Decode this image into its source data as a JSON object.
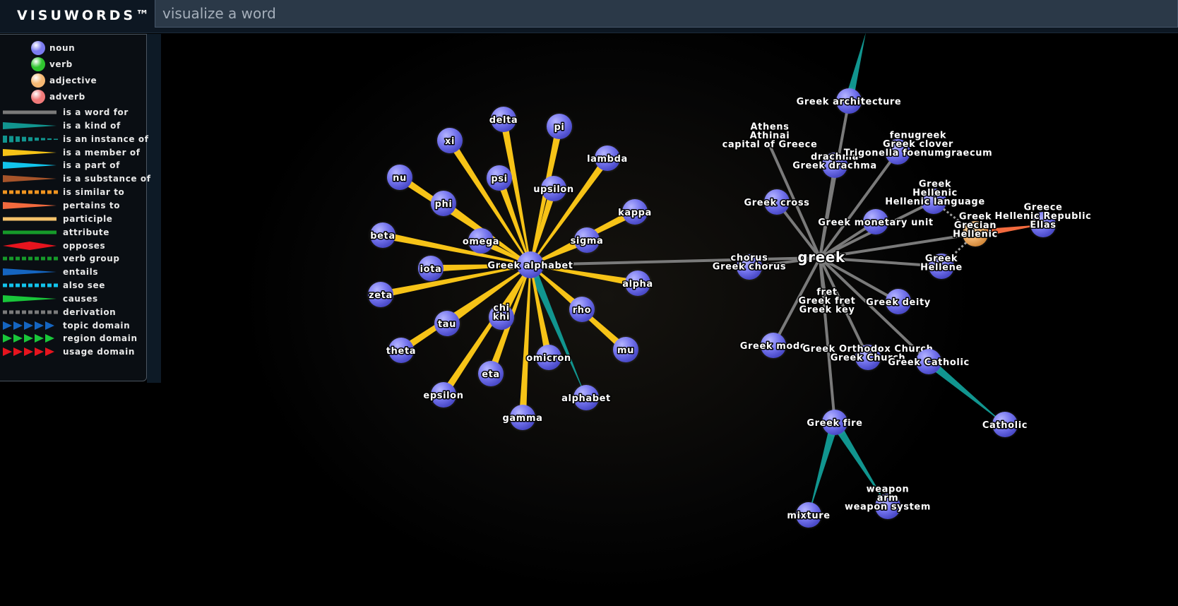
{
  "header": {
    "logo": "VISUWORDS™",
    "search_placeholder": "visualize a word"
  },
  "legend": {
    "parts_of_speech": [
      {
        "label": "noun",
        "color": "#7b7bf0"
      },
      {
        "label": "verb",
        "color": "#2fc52f"
      },
      {
        "label": "adjective",
        "color": "#f5b873"
      },
      {
        "label": "adverb",
        "color": "#f07a7a"
      }
    ],
    "relations": [
      {
        "label": "is a word for",
        "color": "#7a7a7a",
        "style": "line"
      },
      {
        "label": "is a kind of",
        "color": "#11958f",
        "style": "taper"
      },
      {
        "label": "is an instance of",
        "color": "#11958f",
        "style": "dashed-taper"
      },
      {
        "label": "is a member of",
        "color": "#f6c317",
        "style": "taper"
      },
      {
        "label": "is a part of",
        "color": "#12c4ec",
        "style": "taper"
      },
      {
        "label": "is a substance of",
        "color": "#a6542a",
        "style": "taper"
      },
      {
        "label": "is similar to",
        "color": "#f09520",
        "style": "dashed"
      },
      {
        "label": "pertains to",
        "color": "#f26a3e",
        "style": "taper"
      },
      {
        "label": "participle",
        "color": "#f5c26b",
        "style": "line"
      },
      {
        "label": "attribute",
        "color": "#169a2a",
        "style": "line"
      },
      {
        "label": "opposes",
        "color": "#e6141e",
        "style": "diamond"
      },
      {
        "label": "verb group",
        "color": "#169a2a",
        "style": "dashed"
      },
      {
        "label": "entails",
        "color": "#1565c0",
        "style": "taper"
      },
      {
        "label": "also see",
        "color": "#12c4ec",
        "style": "dashed"
      },
      {
        "label": "causes",
        "color": "#19c63a",
        "style": "taper"
      },
      {
        "label": "derivation",
        "color": "#7a7a7a",
        "style": "dashed"
      },
      {
        "label": "topic domain",
        "color": "#1565c0",
        "style": "arrows"
      },
      {
        "label": "region domain",
        "color": "#19c63a",
        "style": "arrows"
      },
      {
        "label": "usage domain",
        "color": "#e6141e",
        "style": "arrows"
      }
    ]
  },
  "graph": {
    "colors": {
      "noun": "#7b7bf0",
      "adjective": "#f5b873",
      "word_for": "#7a7a7a",
      "member_of": "#f6c317",
      "kind_of": "#11958f",
      "pertains": "#f26a3e",
      "derivation": "#9a9a9a"
    },
    "nodes": [
      {
        "id": "greek",
        "lines": [
          "greek"
        ],
        "type": "word"
      },
      {
        "id": "greek_alphabet",
        "lines": [
          "Greek alphabet"
        ],
        "type": "noun"
      },
      {
        "id": "delta",
        "lines": [
          "delta"
        ],
        "type": "noun"
      },
      {
        "id": "pi",
        "lines": [
          "pi"
        ],
        "type": "noun"
      },
      {
        "id": "xi",
        "lines": [
          "xi"
        ],
        "type": "noun"
      },
      {
        "id": "lambda",
        "lines": [
          "lambda"
        ],
        "type": "noun"
      },
      {
        "id": "nu",
        "lines": [
          "nu"
        ],
        "type": "noun"
      },
      {
        "id": "psi",
        "lines": [
          "psi"
        ],
        "type": "noun"
      },
      {
        "id": "upsilon",
        "lines": [
          "upsilon"
        ],
        "type": "noun"
      },
      {
        "id": "phi",
        "lines": [
          "phi"
        ],
        "type": "noun"
      },
      {
        "id": "kappa",
        "lines": [
          "kappa"
        ],
        "type": "noun"
      },
      {
        "id": "beta",
        "lines": [
          "beta"
        ],
        "type": "noun"
      },
      {
        "id": "omega",
        "lines": [
          "omega"
        ],
        "type": "noun"
      },
      {
        "id": "sigma",
        "lines": [
          "sigma"
        ],
        "type": "noun"
      },
      {
        "id": "iota",
        "lines": [
          "iota"
        ],
        "type": "noun"
      },
      {
        "id": "alpha",
        "lines": [
          "alpha"
        ],
        "type": "noun"
      },
      {
        "id": "zeta",
        "lines": [
          "zeta"
        ],
        "type": "noun"
      },
      {
        "id": "rho",
        "lines": [
          "rho"
        ],
        "type": "noun"
      },
      {
        "id": "chi",
        "lines": [
          "chi",
          "khi"
        ],
        "type": "noun"
      },
      {
        "id": "tau",
        "lines": [
          "tau"
        ],
        "type": "noun"
      },
      {
        "id": "theta",
        "lines": [
          "theta"
        ],
        "type": "noun"
      },
      {
        "id": "mu",
        "lines": [
          "mu"
        ],
        "type": "noun"
      },
      {
        "id": "omicron",
        "lines": [
          "omicron"
        ],
        "type": "noun"
      },
      {
        "id": "eta",
        "lines": [
          "eta"
        ],
        "type": "noun"
      },
      {
        "id": "epsilon",
        "lines": [
          "epsilon"
        ],
        "type": "noun"
      },
      {
        "id": "alphabet",
        "lines": [
          "alphabet"
        ],
        "type": "noun"
      },
      {
        "id": "gamma",
        "lines": [
          "gamma"
        ],
        "type": "noun"
      },
      {
        "id": "greek_architecture",
        "lines": [
          "Greek architecture"
        ],
        "type": "noun"
      },
      {
        "id": "athens",
        "lines": [
          "Athens",
          "Athinai",
          "capital of Greece"
        ],
        "type": "noun"
      },
      {
        "id": "drachma",
        "lines": [
          "drachma",
          "Greek drachma"
        ],
        "type": "noun"
      },
      {
        "id": "fenugreek",
        "lines": [
          "fenugreek",
          "Greek clover",
          "Trigonella foenumgraecum"
        ],
        "type": "noun"
      },
      {
        "id": "greek_cross",
        "lines": [
          "Greek cross"
        ],
        "type": "noun"
      },
      {
        "id": "greek_monetary_unit",
        "lines": [
          "Greek monetary unit"
        ],
        "type": "noun"
      },
      {
        "id": "hellenic_language",
        "lines": [
          "Greek",
          "Hellenic",
          "Hellenic language"
        ],
        "type": "noun"
      },
      {
        "id": "grecian",
        "lines": [
          "Greek",
          "Grecian",
          "Hellenic"
        ],
        "type": "adjective"
      },
      {
        "id": "greece",
        "lines": [
          "Greece",
          "Hellenic Republic",
          "Ellas"
        ],
        "type": "noun"
      },
      {
        "id": "chorus",
        "lines": [
          "chorus",
          "Greek chorus"
        ],
        "type": "noun"
      },
      {
        "id": "hellene",
        "lines": [
          "Greek",
          "Hellene"
        ],
        "type": "noun"
      },
      {
        "id": "greek_deity",
        "lines": [
          "Greek deity"
        ],
        "type": "noun"
      },
      {
        "id": "fret",
        "lines": [
          "fret",
          "Greek fret",
          "Greek key"
        ],
        "type": "noun"
      },
      {
        "id": "greek_mode",
        "lines": [
          "Greek mode"
        ],
        "type": "noun"
      },
      {
        "id": "orthodox",
        "lines": [
          "Greek Orthodox Church",
          "Greek Church"
        ],
        "type": "noun"
      },
      {
        "id": "greek_catholic",
        "lines": [
          "Greek Catholic"
        ],
        "type": "noun"
      },
      {
        "id": "catholic",
        "lines": [
          "Catholic"
        ],
        "type": "noun"
      },
      {
        "id": "greek_fire",
        "lines": [
          "Greek fire"
        ],
        "type": "noun"
      },
      {
        "id": "mixture",
        "lines": [
          "mixture"
        ],
        "type": "noun"
      },
      {
        "id": "weapon",
        "lines": [
          "weapon",
          "arm",
          "weapon system"
        ],
        "type": "noun"
      }
    ],
    "edges": [
      {
        "from": "greek",
        "to": "greek_alphabet",
        "kind": "word_for"
      },
      {
        "from": "greek",
        "to": "greek_architecture",
        "kind": "word_for"
      },
      {
        "from": "greek",
        "to": "athens",
        "kind": "word_for"
      },
      {
        "from": "greek",
        "to": "drachma",
        "kind": "word_for"
      },
      {
        "from": "greek",
        "to": "fenugreek",
        "kind": "word_for"
      },
      {
        "from": "greek",
        "to": "greek_cross",
        "kind": "word_for"
      },
      {
        "from": "greek",
        "to": "greek_monetary_unit",
        "kind": "word_for"
      },
      {
        "from": "greek",
        "to": "hellenic_language",
        "kind": "word_for"
      },
      {
        "from": "greek",
        "to": "grecian",
        "kind": "word_for"
      },
      {
        "from": "greek",
        "to": "chorus",
        "kind": "word_for"
      },
      {
        "from": "greek",
        "to": "hellene",
        "kind": "word_for"
      },
      {
        "from": "greek",
        "to": "greek_deity",
        "kind": "word_for"
      },
      {
        "from": "greek",
        "to": "fret",
        "kind": "word_for"
      },
      {
        "from": "greek",
        "to": "greek_mode",
        "kind": "word_for"
      },
      {
        "from": "greek",
        "to": "orthodox",
        "kind": "word_for"
      },
      {
        "from": "greek",
        "to": "greek_catholic",
        "kind": "word_for"
      },
      {
        "from": "greek",
        "to": "greek_fire",
        "kind": "word_for"
      },
      {
        "from": "greek_alphabet",
        "to": "alphabet",
        "kind": "kind_of"
      },
      {
        "from": "greek_architecture",
        "to": "offscreen_top",
        "kind": "kind_of"
      },
      {
        "from": "greek_catholic",
        "to": "catholic",
        "kind": "kind_of"
      },
      {
        "from": "greek_fire",
        "to": "mixture",
        "kind": "kind_of"
      },
      {
        "from": "greek_fire",
        "to": "weapon",
        "kind": "kind_of"
      },
      {
        "from": "grecian",
        "to": "greece",
        "kind": "pertains"
      },
      {
        "from": "grecian",
        "to": "hellenic_language",
        "kind": "derivation"
      },
      {
        "from": "grecian",
        "to": "hellene",
        "kind": "derivation"
      },
      {
        "from": "delta",
        "to": "greek_alphabet",
        "kind": "member_of"
      },
      {
        "from": "pi",
        "to": "greek_alphabet",
        "kind": "member_of"
      },
      {
        "from": "xi",
        "to": "greek_alphabet",
        "kind": "member_of"
      },
      {
        "from": "lambda",
        "to": "greek_alphabet",
        "kind": "member_of"
      },
      {
        "from": "nu",
        "to": "greek_alphabet",
        "kind": "member_of"
      },
      {
        "from": "psi",
        "to": "greek_alphabet",
        "kind": "member_of"
      },
      {
        "from": "upsilon",
        "to": "greek_alphabet",
        "kind": "member_of"
      },
      {
        "from": "phi",
        "to": "greek_alphabet",
        "kind": "member_of"
      },
      {
        "from": "kappa",
        "to": "greek_alphabet",
        "kind": "member_of"
      },
      {
        "from": "beta",
        "to": "greek_alphabet",
        "kind": "member_of"
      },
      {
        "from": "omega",
        "to": "greek_alphabet",
        "kind": "member_of"
      },
      {
        "from": "sigma",
        "to": "greek_alphabet",
        "kind": "member_of"
      },
      {
        "from": "iota",
        "to": "greek_alphabet",
        "kind": "member_of"
      },
      {
        "from": "alpha",
        "to": "greek_alphabet",
        "kind": "member_of"
      },
      {
        "from": "zeta",
        "to": "greek_alphabet",
        "kind": "member_of"
      },
      {
        "from": "rho",
        "to": "greek_alphabet",
        "kind": "member_of"
      },
      {
        "from": "chi",
        "to": "greek_alphabet",
        "kind": "member_of"
      },
      {
        "from": "tau",
        "to": "greek_alphabet",
        "kind": "member_of"
      },
      {
        "from": "theta",
        "to": "greek_alphabet",
        "kind": "member_of"
      },
      {
        "from": "mu",
        "to": "greek_alphabet",
        "kind": "member_of"
      },
      {
        "from": "omicron",
        "to": "greek_alphabet",
        "kind": "member_of"
      },
      {
        "from": "eta",
        "to": "greek_alphabet",
        "kind": "member_of"
      },
      {
        "from": "epsilon",
        "to": "greek_alphabet",
        "kind": "member_of"
      },
      {
        "from": "gamma",
        "to": "greek_alphabet",
        "kind": "member_of"
      }
    ]
  }
}
